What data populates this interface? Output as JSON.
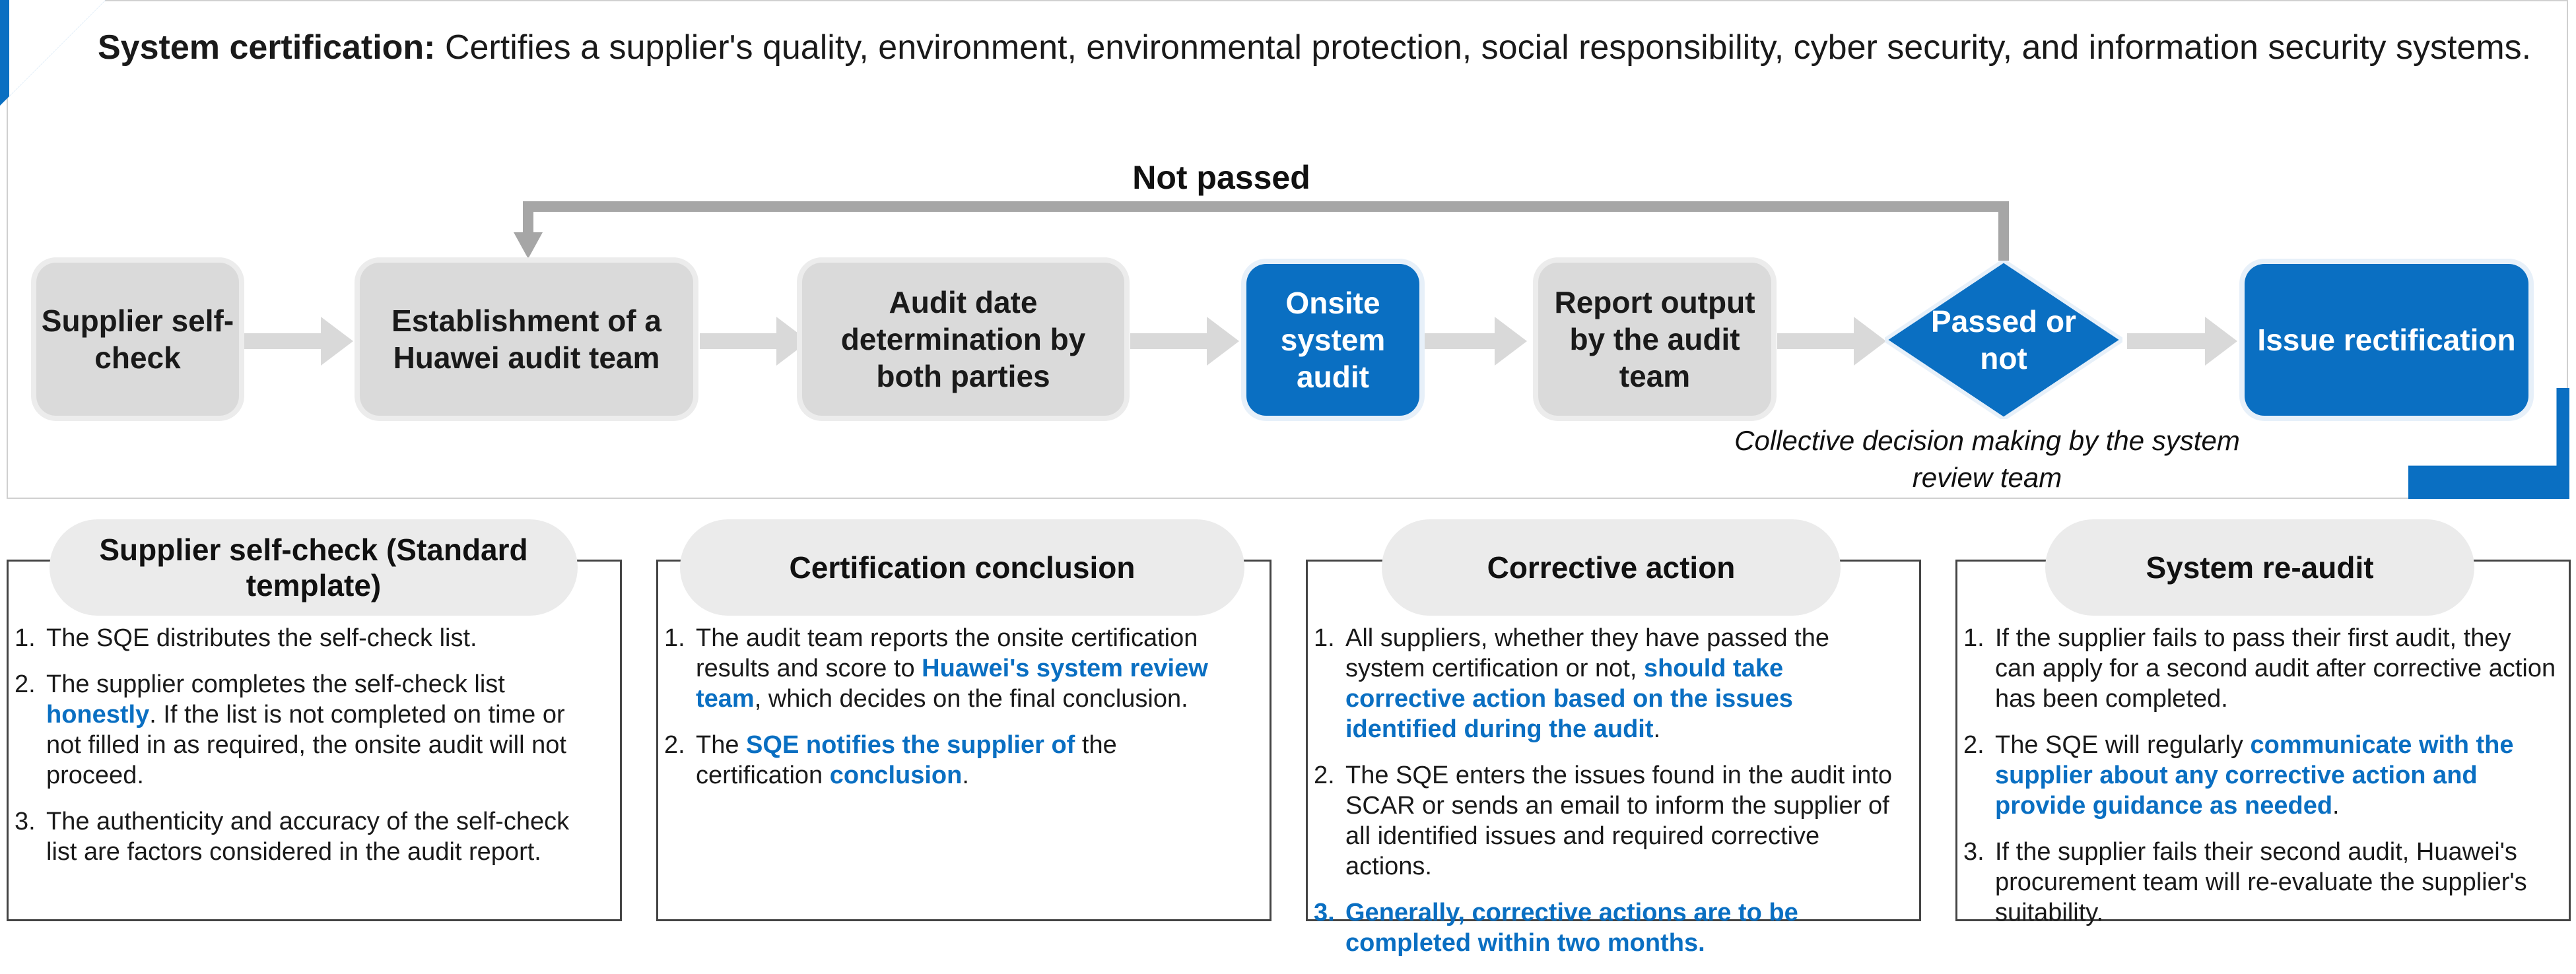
{
  "header": {
    "title": "System certification:",
    "description": "Certifies a supplier's quality, environment, environmental protection, social responsibility, cyber security, and information security systems."
  },
  "flow": {
    "not_passed_label": "Not passed",
    "decision_note": "Collective decision making by the system review team",
    "steps": [
      {
        "label": "Supplier self-check",
        "style": "grey"
      },
      {
        "label": "Establishment of a Huawei audit team",
        "style": "grey"
      },
      {
        "label": "Audit date determination by both parties",
        "style": "grey"
      },
      {
        "label": "Onsite system audit",
        "style": "blue"
      },
      {
        "label": "Report output by the audit team",
        "style": "grey"
      },
      {
        "label": "Passed or not",
        "style": "blue-diamond"
      },
      {
        "label": "Issue rectification",
        "style": "blue"
      }
    ]
  },
  "cards": [
    {
      "title": "Supplier self-check (Standard template)",
      "items": [
        {
          "num": "1.",
          "parts": [
            {
              "t": "The SQE distributes the self-check list.",
              "hl": false
            }
          ]
        },
        {
          "num": "2.",
          "parts": [
            {
              "t": "The supplier completes the self-check list ",
              "hl": false
            },
            {
              "t": "honestly",
              "hl": true
            },
            {
              "t": ". If the list is not completed on time or not filled in as required, the onsite audit will not proceed.",
              "hl": false
            }
          ]
        },
        {
          "num": "3.",
          "parts": [
            {
              "t": "The authenticity and accuracy of the self-check list are factors considered in the audit report.",
              "hl": false
            }
          ]
        }
      ]
    },
    {
      "title": "Certification conclusion",
      "items": [
        {
          "num": "1.",
          "parts": [
            {
              "t": "The audit team reports the onsite certification results and score to ",
              "hl": false
            },
            {
              "t": "Huawei's system review team",
              "hl": true
            },
            {
              "t": ", which decides on the final conclusion.",
              "hl": false
            }
          ]
        },
        {
          "num": "2.",
          "parts": [
            {
              "t": "The ",
              "hl": false
            },
            {
              "t": "SQE notifies the supplier of",
              "hl": true
            },
            {
              "t": " the certification ",
              "hl": false
            },
            {
              "t": "conclusion",
              "hl": true
            },
            {
              "t": ".",
              "hl": false
            }
          ]
        }
      ]
    },
    {
      "title": "Corrective action",
      "items": [
        {
          "num": "1.",
          "parts": [
            {
              "t": "All suppliers, whether they have passed the system certification or not, ",
              "hl": false
            },
            {
              "t": "should take corrective action based on the issues identified during the audit",
              "hl": true
            },
            {
              "t": ".",
              "hl": false
            }
          ]
        },
        {
          "num": "2.",
          "parts": [
            {
              "t": "The SQE enters the issues found in the audit into SCAR or sends an email to inform the supplier of all identified issues and required corrective actions.",
              "hl": false
            }
          ]
        },
        {
          "num": "3.",
          "numHl": true,
          "parts": [
            {
              "t": "Generally, corrective actions are to be completed within two months.",
              "hl": true
            }
          ]
        }
      ]
    },
    {
      "title": "System re-audit",
      "items": [
        {
          "num": "1.",
          "parts": [
            {
              "t": "If the supplier fails to pass their first audit, they can apply for a second audit after corrective action has been completed.",
              "hl": false
            }
          ]
        },
        {
          "num": "2.",
          "parts": [
            {
              "t": "The SQE will regularly ",
              "hl": false
            },
            {
              "t": "communicate with the supplier about any corrective action and provide guidance as needed",
              "hl": true
            },
            {
              "t": ".",
              "hl": false
            }
          ]
        },
        {
          "num": "3.",
          "parts": [
            {
              "t": "If the supplier fails their second audit, Huawei's procurement team will re-evaluate the supplier's suitability.",
              "hl": false
            }
          ]
        }
      ]
    }
  ],
  "colors": {
    "accent": "#0a6fc2",
    "step_grey": "#dadada",
    "arrow_grey": "#d9d9d9",
    "loop_grey": "#a6a6a6"
  }
}
